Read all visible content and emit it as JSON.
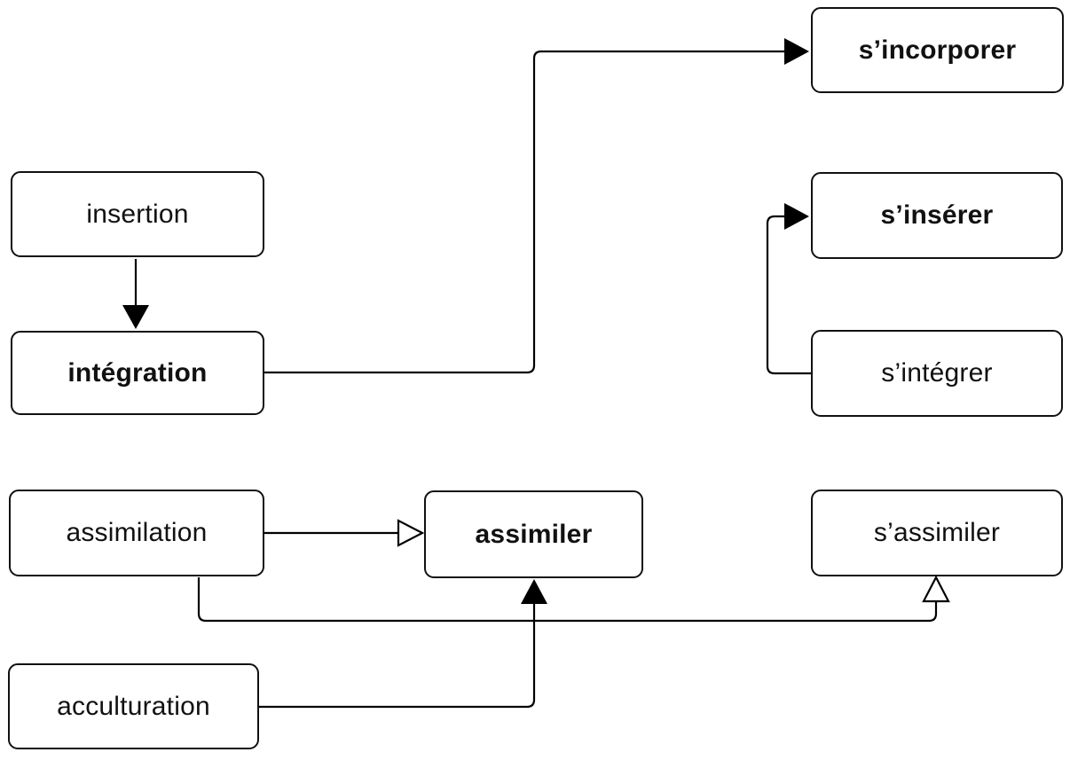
{
  "figure": {
    "type": "concept-diagram",
    "language": "French",
    "background_color": "#ffffff",
    "line_color": "#000000",
    "box_fill_color": "#ffffff",
    "box_border_color": "#111111"
  },
  "nodes": [
    {
      "id": "insertion",
      "label": "insertion",
      "bold": false
    },
    {
      "id": "integration",
      "label": "intégration",
      "bold": true
    },
    {
      "id": "s-incorporer",
      "label": "s’incorporer",
      "bold": true
    },
    {
      "id": "s-inserer",
      "label": "s’insérer",
      "bold": true
    },
    {
      "id": "s-integrer",
      "label": "s’intégrer",
      "bold": false
    },
    {
      "id": "assimilation",
      "label": "assimilation",
      "bold": false
    },
    {
      "id": "assimiler",
      "label": "assimiler",
      "bold": true
    },
    {
      "id": "s-assimiler",
      "label": "s’assimiler",
      "bold": false
    },
    {
      "id": "acculturation",
      "label": "acculturation",
      "bold": false
    }
  ],
  "edges": [
    {
      "from": "insertion",
      "to": "integration",
      "arrowhead": "filled",
      "direction": "down"
    },
    {
      "from": "integration",
      "to": "s-incorporer",
      "arrowhead": "filled",
      "direction": "right"
    },
    {
      "from": "s-integrer",
      "to": "s-inserer",
      "arrowhead": "filled",
      "direction": "right"
    },
    {
      "from": "assimilation",
      "to": "assimiler",
      "arrowhead": "open",
      "direction": "right"
    },
    {
      "from": "assimilation",
      "to": "s-assimiler",
      "arrowhead": "open",
      "direction": "up"
    },
    {
      "from": "acculturation",
      "to": "assimiler",
      "arrowhead": "filled",
      "direction": "up"
    }
  ]
}
